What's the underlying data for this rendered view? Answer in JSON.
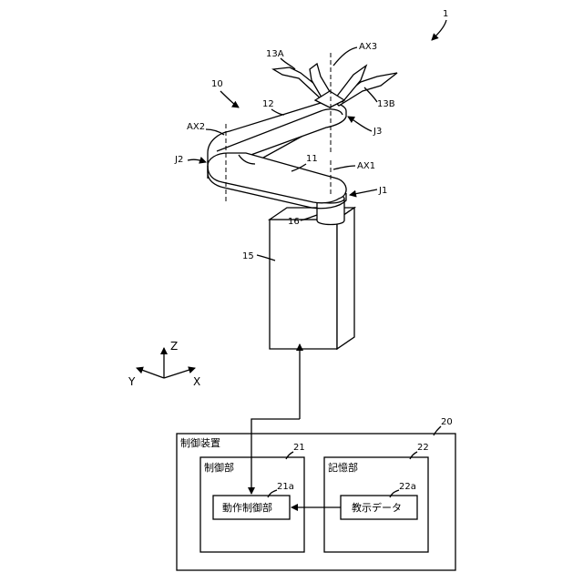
{
  "figure_number": "1",
  "robot": {
    "label_robot": "10",
    "label_arm1": "11",
    "label_arm2": "12",
    "label_hand_a": "13A",
    "label_hand_b": "13B",
    "label_base": "15",
    "label_shaft": "16",
    "label_j1": "J1",
    "label_j2": "J2",
    "label_j3": "J3",
    "label_ax1": "AX1",
    "label_ax2": "AX2",
    "label_ax3": "AX3"
  },
  "axes": {
    "z": "Z",
    "y": "Y",
    "x": "X"
  },
  "controller": {
    "ref": "20",
    "title": "制御装置",
    "control_unit": {
      "ref": "21",
      "title": "制御部"
    },
    "motion_control": {
      "ref": "21a",
      "title": "動作制御部"
    },
    "storage_unit": {
      "ref": "22",
      "title": "記憶部"
    },
    "teaching_data": {
      "ref": "22a",
      "title": "教示データ"
    }
  }
}
